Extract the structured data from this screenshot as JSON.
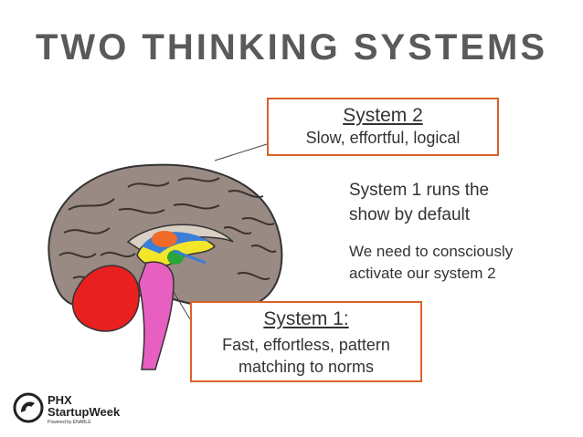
{
  "title": "TWO THINKING SYSTEMS",
  "system2": {
    "heading": "System 2",
    "description": "Slow, effortful, logical"
  },
  "system1": {
    "heading": "System 1:",
    "description_line1": "Fast, effortless, pattern",
    "description_line2": "matching to norms"
  },
  "notes": {
    "note1_line1": "System 1 runs the",
    "note1_line2": "show by default",
    "note2_line1": "We need to consciously",
    "note2_line2": "activate our system 2"
  },
  "logo": {
    "line1": "PHX",
    "line2": "StartupWeek",
    "tagline": "Powered by ENABLE"
  },
  "colors": {
    "title": "#5a5a5a",
    "box_border": "#d9622b",
    "brain_cortex": "#9a8a84",
    "cerebellum": "#e8201f",
    "brainstem": "#e85fc2",
    "thalamus_yellow": "#f2e52a",
    "ventricle_blue": "#3a7ed8"
  }
}
